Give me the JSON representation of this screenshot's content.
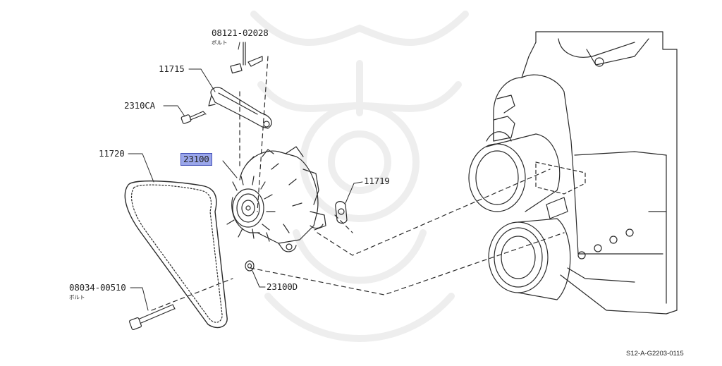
{
  "parts": {
    "bolt_top": {
      "number": "08121-02028",
      "kana": "ボルト"
    },
    "bracket": {
      "number": "11715"
    },
    "bolt_small": {
      "number": "2310CA"
    },
    "belt": {
      "number": "11720"
    },
    "alternator": {
      "number": "23100",
      "highlighted": true
    },
    "washer_right": {
      "number": "11719"
    },
    "bolt_bottom": {
      "number": "08034-00510",
      "kana": "ボルト"
    },
    "washer_bottom": {
      "number": "23100D"
    }
  },
  "diagram_code": "S12-A-G2203-0115",
  "colors": {
    "line": "#2a2a2a",
    "highlight": "#9aa6ea",
    "highlight_border": "#4451b8",
    "watermark": "#eeeeee"
  }
}
